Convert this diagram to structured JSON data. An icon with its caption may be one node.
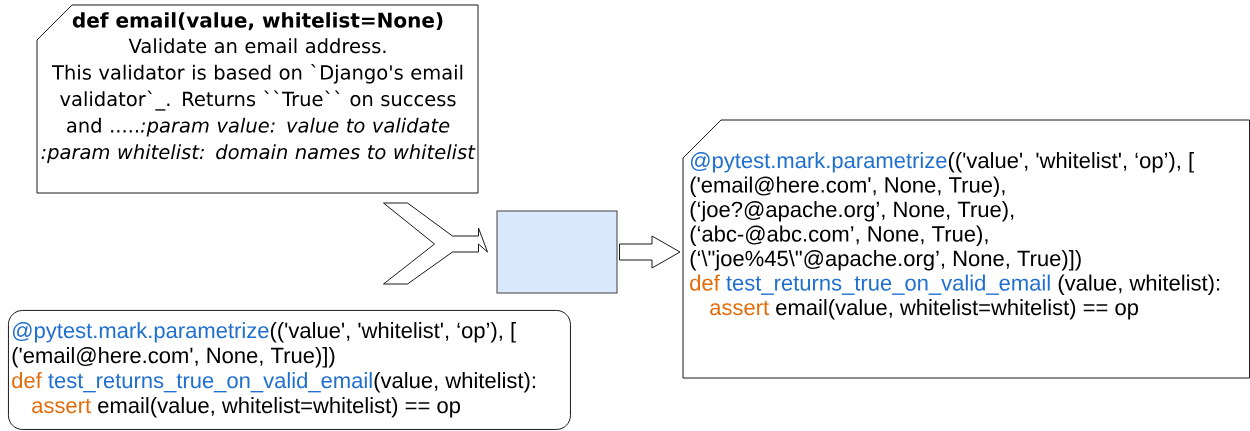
{
  "diagram": {
    "nodes": [
      {
        "text": [
          "def email(value, whitelist=None)",
          "Validate an email address.",
          "This validator is based on `Django's email validator`_. Returns ``True`` on success and .....*:param value: value to validate :param whitelist: domain names to whitelist*"
        ]
      },
      {
        "text": [
          "@pytest.mark.parametrize",
          "(('value', 'whitelist', ‘op’), [",
          "('email@here.com', None, True)])",
          "def",
          "test_returns_true_on_valid_email",
          "(value, whitelist):",
          "assert",
          "email(value, whitelist=whitelist) == op"
        ]
      },
      {
        "text": [],
        "shape": "box"
      },
      {
        "text": [
          "@pytest.mark.parametrize",
          "(('value', 'whitelist', ‘op’), [",
          "('email@here.com', None, True),",
          "(‘joe?@apache.org’, None, True),",
          "(‘abc-@abc.com’, None, True),",
          "(‘\\\"joe%45\\\"@apache.org’, None, True)])",
          "def",
          "test_returns_true_on_valid_email",
          "(value, whitelist):",
          "assert",
          "email(value, whitelist=whitelist) == op"
        ]
      }
    ],
    "edges": [
      {
        "from": 0,
        "to": 2,
        "arrow": "to"
      },
      {
        "from": 1,
        "to": 2,
        "arrow": "to"
      },
      {
        "from": 2,
        "to": 3,
        "arrow": "to"
      }
    ]
  }
}
